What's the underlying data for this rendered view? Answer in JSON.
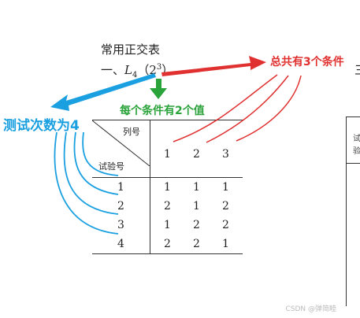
{
  "doc": {
    "heading": "常用正交表",
    "subheading_prefix": "一、",
    "subheading_L": "L",
    "subheading_sub": "4",
    "subheading_open": "（2",
    "subheading_sup": "3",
    "subheading_close": "）",
    "edge_char": "三"
  },
  "annotations": {
    "red": "总共有3个条件",
    "green": "每个条件有2个值",
    "blue": "测试次数为4",
    "colors": {
      "red": "#e03030",
      "green": "#2aa33a",
      "blue": "#1aa0e0"
    }
  },
  "table": {
    "col_header": "列号",
    "row_header": "试验号",
    "columns": [
      "1",
      "2",
      "3"
    ],
    "rows": [
      {
        "no": "1",
        "values": [
          "1",
          "1",
          "1"
        ]
      },
      {
        "no": "2",
        "values": [
          "2",
          "1",
          "2"
        ]
      },
      {
        "no": "3",
        "values": [
          "1",
          "2",
          "2"
        ]
      },
      {
        "no": "4",
        "values": [
          "2",
          "2",
          "1"
        ]
      }
    ]
  },
  "right_table": {
    "top_char": "试",
    "bottom_char": "验"
  },
  "watermark": "CSDN @弹简睦"
}
